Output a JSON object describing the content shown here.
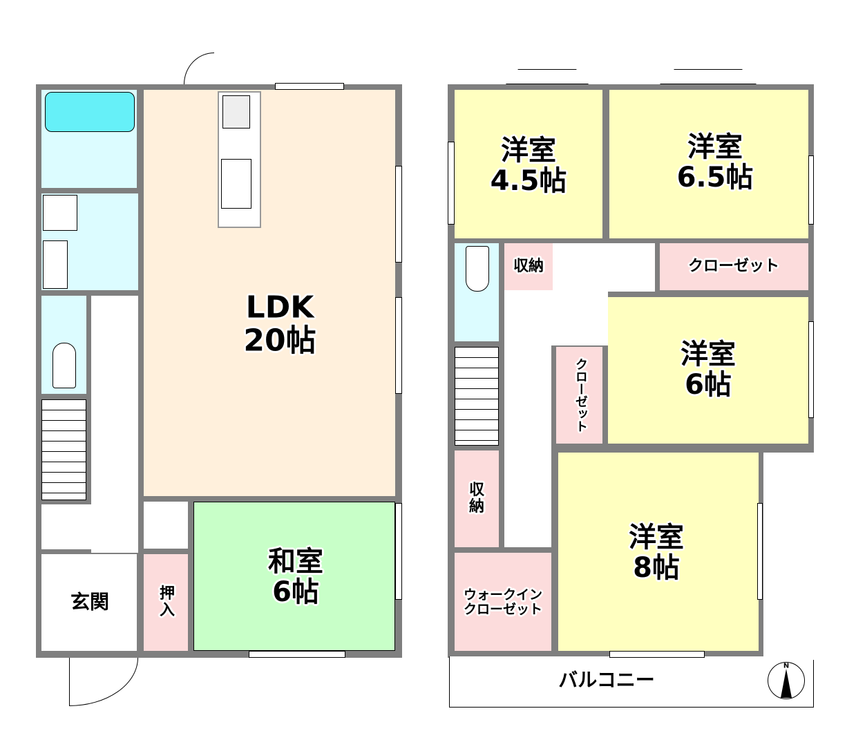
{
  "floor1": {
    "ldk": {
      "name": "LDK",
      "size": "20帖"
    },
    "washitsu": {
      "name": "和室",
      "size": "6帖"
    },
    "oshiire": "押入",
    "genkan": "玄関"
  },
  "floor2": {
    "room45": {
      "name": "洋室",
      "size": "4.5帖"
    },
    "room65": {
      "name": "洋室",
      "size": "6.5帖"
    },
    "room6": {
      "name": "洋室",
      "size": "6帖"
    },
    "room8": {
      "name": "洋室",
      "size": "8帖"
    },
    "closet": "クローゼット",
    "closet_vertical": "クローゼット",
    "storage1": "収納",
    "storage2": "収納",
    "wic_line1": "ウォークイン",
    "wic_line2": "クローゼット",
    "balcony": "バルコニー"
  },
  "compass": {
    "label": "N"
  },
  "colors": {
    "wall": "#7f7f7f",
    "ldk": "#fff0dc",
    "western": "#ffffc0",
    "storage": "#fcdcdc",
    "tatami": "#c8ffc8",
    "wet": "#dcfcff"
  }
}
